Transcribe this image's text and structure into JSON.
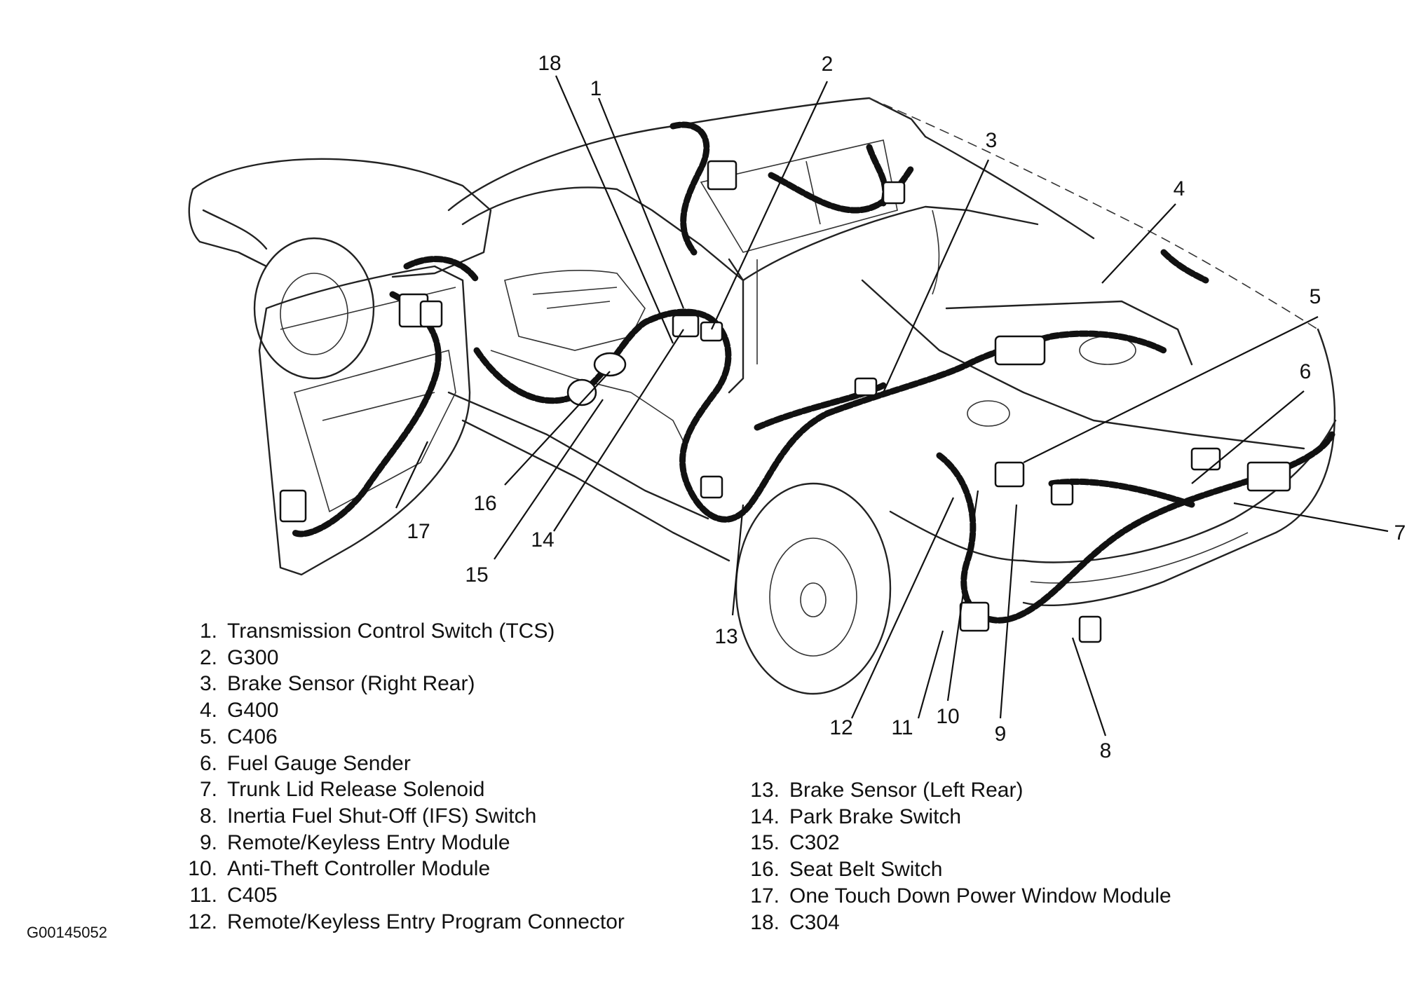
{
  "callouts": [
    "18",
    "1",
    "2",
    "3",
    "4",
    "5",
    "6",
    "7",
    "8",
    "9",
    "10",
    "11",
    "12",
    "13",
    "14",
    "15",
    "16",
    "17"
  ],
  "legend_left": [
    {
      "num": "1.",
      "label": "Transmission Control Switch (TCS)"
    },
    {
      "num": "2.",
      "label": "G300"
    },
    {
      "num": "3.",
      "label": "Brake Sensor (Right Rear)"
    },
    {
      "num": "4.",
      "label": "G400"
    },
    {
      "num": "5.",
      "label": "C406"
    },
    {
      "num": "6.",
      "label": "Fuel Gauge Sender"
    },
    {
      "num": "7.",
      "label": "Trunk Lid Release Solenoid"
    },
    {
      "num": "8.",
      "label": "Inertia Fuel Shut-Off (IFS) Switch"
    },
    {
      "num": "9.",
      "label": "Remote/Keyless Entry Module"
    },
    {
      "num": "10.",
      "label": "Anti-Theft Controller Module"
    },
    {
      "num": "11.",
      "label": "C405"
    },
    {
      "num": "12.",
      "label": "Remote/Keyless Entry Program Connector"
    }
  ],
  "legend_right": [
    {
      "num": "13.",
      "label": "Brake Sensor (Left Rear)"
    },
    {
      "num": "14.",
      "label": "Park Brake Switch"
    },
    {
      "num": "15.",
      "label": "C302"
    },
    {
      "num": "16.",
      "label": "Seat Belt Switch"
    },
    {
      "num": "17.",
      "label": "One Touch Down Power Window Module"
    },
    {
      "num": "18.",
      "label": "C304"
    }
  ],
  "figure_code": "G00145052"
}
